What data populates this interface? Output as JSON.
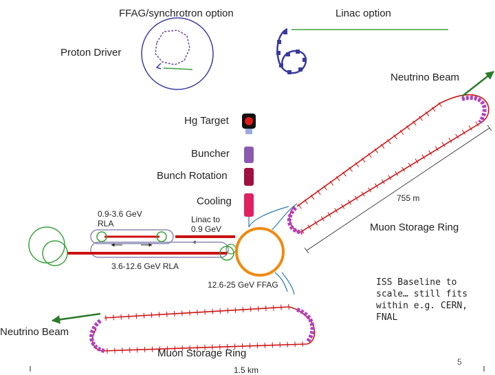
{
  "labels": {
    "ffag_option": "FFAG/synchrotron option",
    "linac_option": "Linac option",
    "proton_driver": "Proton Driver",
    "neutrino_beam_top": "Neutrino Beam",
    "hg_target": "Hg Target",
    "buncher": "Buncher",
    "bunch_rotation": "Bunch Rotation",
    "cooling": "Cooling",
    "rla_low": "0.9-3.6 GeV RLA",
    "linac_to": "Linac to 0.9 GeV",
    "distance": "755 m",
    "muon_ring_upper": "Muon Storage Ring",
    "rla_high": "3.6-12.6 GeV RLA",
    "ffag_high": "12.6-25 GeV FFAG",
    "iss_note": "ISS Baseline to scale… still fits within e.g. CERN, FNAL",
    "neutrino_beam_bottom": "Neutrino Beam",
    "muon_ring_lower": "Muon Storage Ring",
    "scale": "1.5 km",
    "page_number": "5"
  },
  "colors": {
    "beam_red": "#cc1111",
    "dipole_magenta": "#b040c0",
    "ring_blue": "#3a3aa0",
    "transfer_blue": "#2a7ab0",
    "ffag_orange": "#f08a10",
    "rla_green": "#3aa03a",
    "beam_arrow": "#2a7a2a",
    "buncher_purple": "#8a5ab0",
    "rotation_maroon": "#a01040",
    "cooling_pink": "#e02060"
  }
}
